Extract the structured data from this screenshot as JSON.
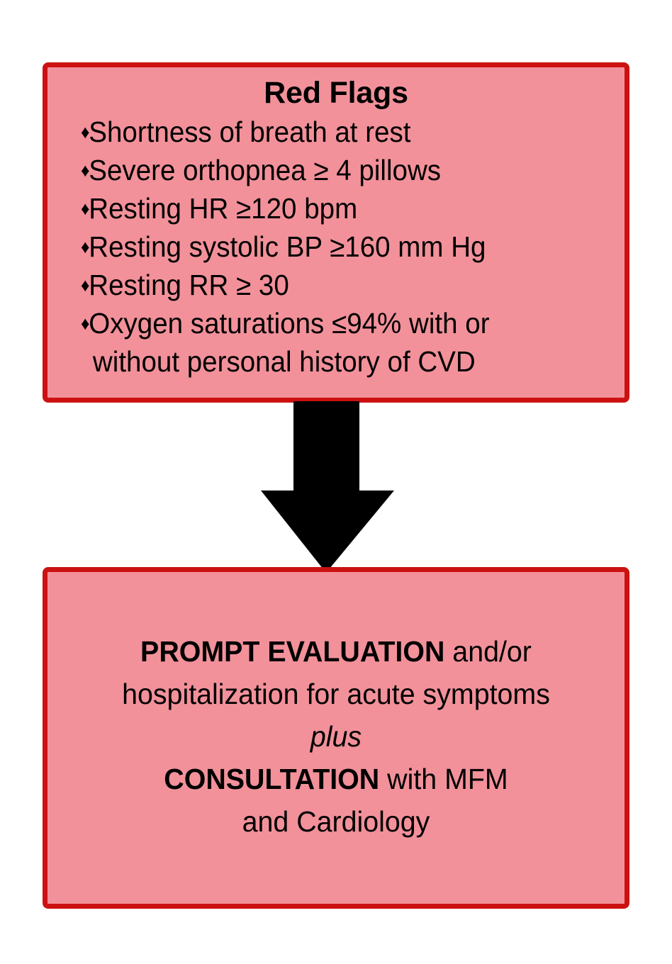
{
  "diagram": {
    "type": "flowchart",
    "orientation": "vertical",
    "colors": {
      "box_fill": "#f2919a",
      "box_border": "#cc1111",
      "arrow": "#000000",
      "text": "#000000",
      "background": "#ffffff"
    },
    "nodes": [
      {
        "id": "red-flags",
        "title": "Red Flags",
        "bullet_marker": "♦",
        "bullets": [
          {
            "text": "Shortness of breath at rest",
            "continuation": ""
          },
          {
            "text": "Severe orthopnea ≥ 4 pillows",
            "continuation": ""
          },
          {
            "text": "Resting HR ≥120 bpm",
            "continuation": ""
          },
          {
            "text": "Resting systolic BP ≥160 mm Hg",
            "continuation": ""
          },
          {
            "text": "Resting RR ≥ 30",
            "continuation": ""
          },
          {
            "text": "Oxygen saturations ≤94% with or",
            "continuation": "without personal history of CVD"
          }
        ]
      },
      {
        "id": "action",
        "lines": [
          {
            "segments": [
              {
                "text": "PROMPT EVALUATION",
                "style": "bold"
              },
              {
                "text": " and/or",
                "style": "regular"
              }
            ]
          },
          {
            "segments": [
              {
                "text": "hospitalization for acute symptoms",
                "style": "regular"
              }
            ]
          },
          {
            "segments": [
              {
                "text": "plus",
                "style": "italic"
              }
            ]
          },
          {
            "segments": [
              {
                "text": "CONSULTATION",
                "style": "bold"
              },
              {
                "text": " with MFM",
                "style": "regular"
              }
            ]
          },
          {
            "segments": [
              {
                "text": "and Cardiology",
                "style": "regular"
              }
            ]
          }
        ]
      }
    ],
    "connector": {
      "name": "down-arrow",
      "from": "red-flags",
      "to": "action",
      "direction": "down"
    }
  }
}
